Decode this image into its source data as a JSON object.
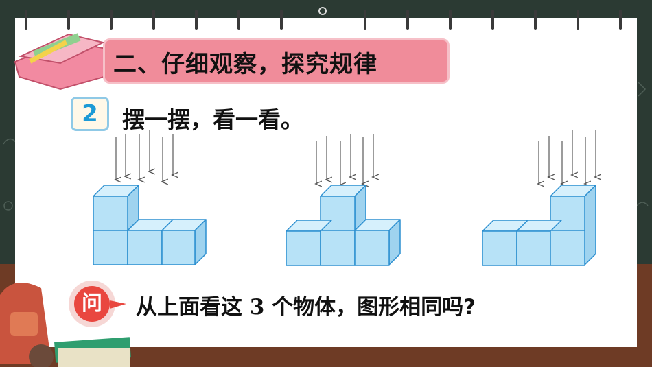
{
  "section": {
    "title": "二、仔细观察，探究规律"
  },
  "task": {
    "number": "2",
    "instruction": "摆一摆，看一看。"
  },
  "question": {
    "badge": "问",
    "text_before": "从上面看这 ",
    "number": "3",
    "text_after": " 个物体，图形相同吗?"
  },
  "figures": [
    {
      "name": "l-shape-left-tower",
      "description_icon": "cube-figure"
    },
    {
      "name": "t-shape-middle-tower",
      "description_icon": "cube-figure"
    },
    {
      "name": "l-shape-right-tower",
      "description_icon": "cube-figure"
    }
  ],
  "colors": {
    "board": "#2b3a33",
    "paper": "#ffffff",
    "banner": "#f08c9a",
    "cube_front": "#b7e2f7",
    "cube_top": "#d6f0fc",
    "cube_side": "#9fd3ef",
    "cube_edge": "#2c8fd0",
    "badge_number": "#1c9ad6",
    "question_badge": "#e9473f"
  }
}
